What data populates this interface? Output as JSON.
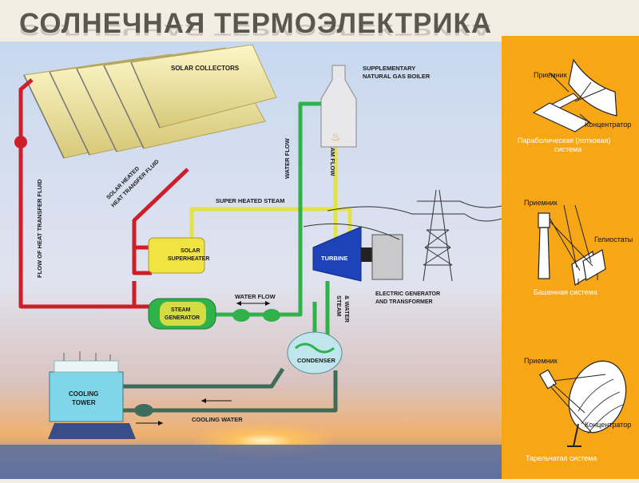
{
  "slide": {
    "title": "СОЛНЕЧНАЯ ТЕРМОЭЛЕКТРИКА"
  },
  "diagram": {
    "solar_collectors": "SOLAR COLLECTORS",
    "supplementary_boiler_line1": "SUPPLEMENTARY",
    "supplementary_boiler_line2": "NATURAL GAS BOILER",
    "solar_heated_line1": "SOLAR HEATED",
    "solar_heated_line2": "HEAT TRANSFER FLUID",
    "flow_of_heat_transfer_fluid": "FLOW OF HEAT TRANSFER FLUID",
    "water_flow_vertical": "WATER FLOW",
    "steam_flow": "STEAM FLOW",
    "super_heated_steam": "SUPER HEATED STEAM",
    "solar_superheater_line1": "SOLAR",
    "solar_superheater_line2": "SUPERHEATER",
    "turbine": "TURBINE",
    "electric_generator_line1": "ELECTRIC GENERATOR",
    "electric_generator_line2": "AND TRANSFORMER",
    "steam_generator_line1": "STEAM",
    "steam_generator_line2": "GENERATOR",
    "water_flow_horizontal": "WATER FLOW",
    "steam_and_water_line1": "STEAM",
    "steam_and_water_line2": "& WATER",
    "condenser": "CONDENSER",
    "cooling_tower_line1": "COOLING",
    "cooling_tower_line2": "TOWER",
    "cooling_water": "COOLING WATER"
  },
  "side_panel": {
    "trough": {
      "receiver": "Приемник",
      "concentrator": "Концентратор",
      "caption_line1": "Параболическая (лотковая)",
      "caption_line2": "система"
    },
    "tower": {
      "receiver": "Приемник",
      "heliostats": "Гелиостаты",
      "caption": "Башенная система"
    },
    "dish": {
      "receiver": "Приемник",
      "concentrator": "Концентратор",
      "caption": "Тарельчатая система"
    }
  },
  "colors": {
    "panel_bg": "#f7a716",
    "htf_pipe": "#cc1f2a",
    "steam_pipe": "#e4e24a",
    "water_pipe": "#2fb24a",
    "cooling_pipe": "#3f6b5a",
    "turbine": "#1e43b8",
    "component_yellow": "#f1e342"
  }
}
